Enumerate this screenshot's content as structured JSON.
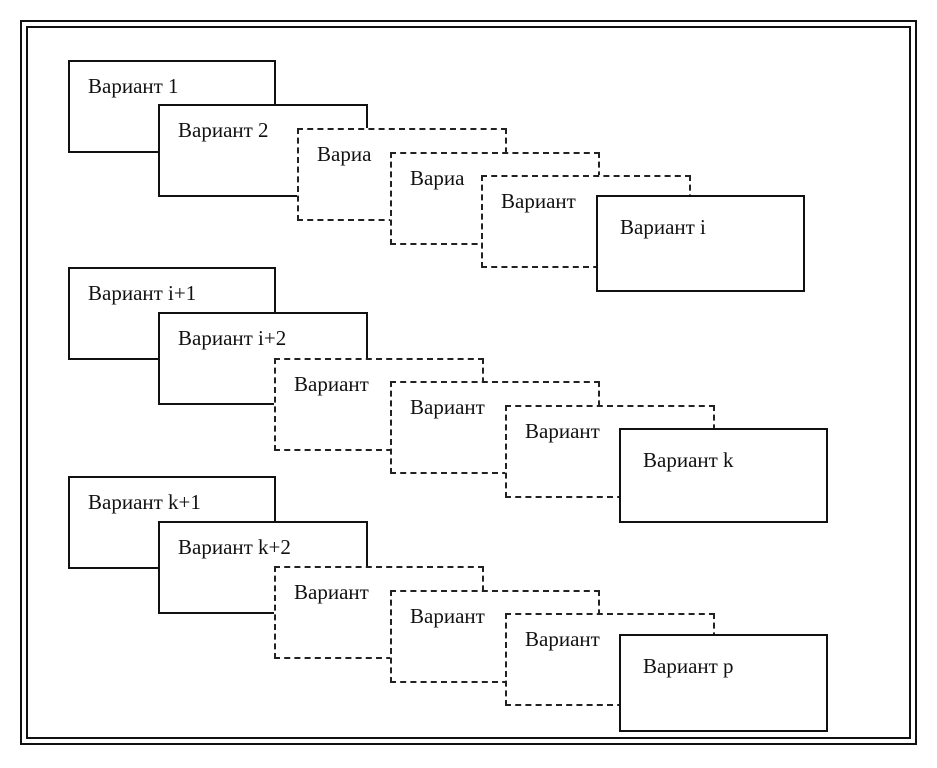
{
  "groups": [
    {
      "cards": [
        {
          "label": "Вариант 1",
          "style": "solid"
        },
        {
          "label": "Вариант 2",
          "style": "solid"
        },
        {
          "label": "Вариа",
          "style": "dashed"
        },
        {
          "label": "Вариа",
          "style": "dashed"
        },
        {
          "label": "Вариант",
          "style": "dashed"
        },
        {
          "label": "Вариант i",
          "style": "solid"
        }
      ]
    },
    {
      "cards": [
        {
          "label": "Вариант i+1",
          "style": "solid"
        },
        {
          "label": "Вариант i+2",
          "style": "solid"
        },
        {
          "label": "Вариант",
          "style": "dashed"
        },
        {
          "label": "Вариант",
          "style": "dashed"
        },
        {
          "label": "Вариант",
          "style": "dashed"
        },
        {
          "label": "Вариант  k",
          "style": "solid"
        }
      ]
    },
    {
      "cards": [
        {
          "label": "Вариант  k+1",
          "style": "solid"
        },
        {
          "label": "Вариант  k+2",
          "style": "solid"
        },
        {
          "label": "Вариант",
          "style": "dashed"
        },
        {
          "label": "Вариант",
          "style": "dashed"
        },
        {
          "label": "Вариант",
          "style": "dashed"
        },
        {
          "label": "Вариант  p",
          "style": "solid"
        }
      ]
    }
  ]
}
